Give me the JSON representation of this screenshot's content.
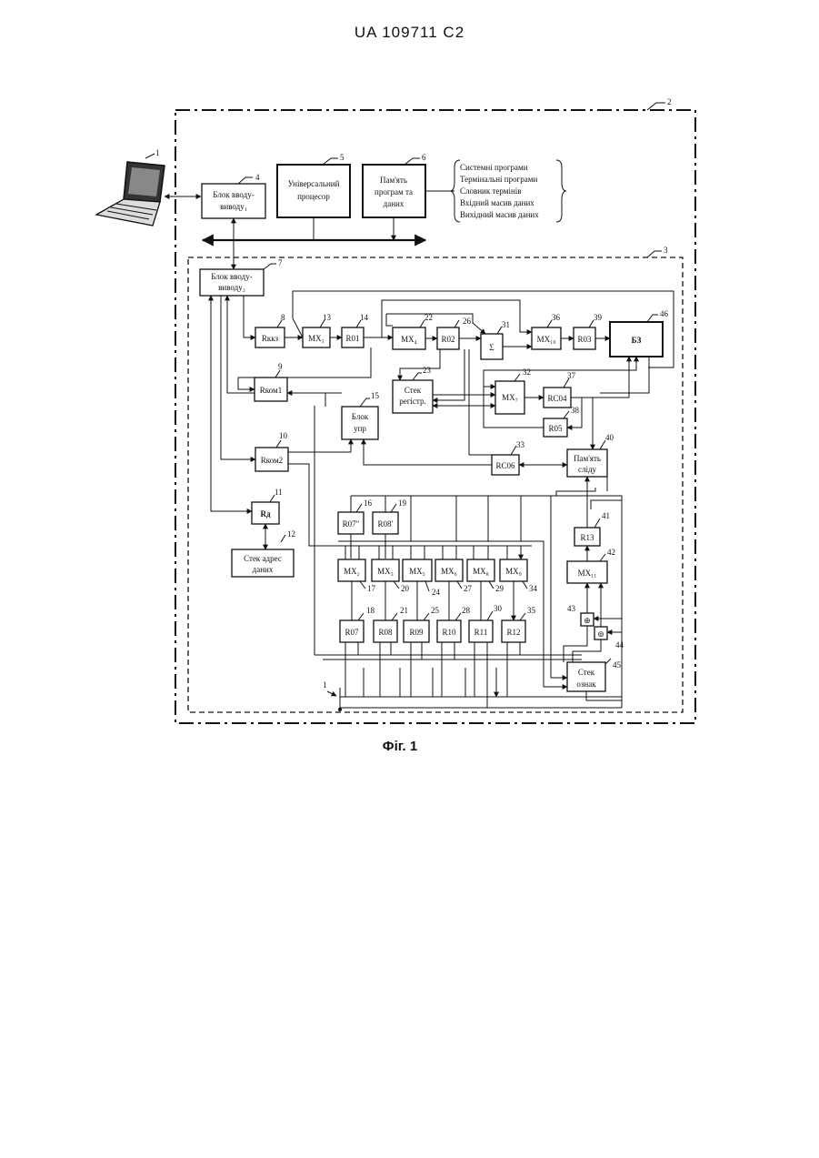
{
  "header": "UA   109711   C2",
  "caption": "Фіг. 1",
  "outer_labels": {
    "system": "2",
    "subsystem": "3",
    "computer": "1"
  },
  "blocks": {
    "io1": {
      "num": "4",
      "l1": "Блок вводу-",
      "l2": "виводу₁"
    },
    "cpu": {
      "num": "5",
      "l1": "Універсальний",
      "l2": "процесор"
    },
    "mem": {
      "num": "6",
      "l1": "Пам'ять",
      "l2": "програм та",
      "l3": "даних"
    },
    "io2": {
      "num": "7",
      "l1": "Блок вводу-",
      "l2": "виводу₂"
    },
    "rkka": {
      "num": "8",
      "label": "Rккз"
    },
    "rkom1": {
      "num": "9",
      "label": "Rком1"
    },
    "rkom2": {
      "num": "10",
      "label": "Rком2"
    },
    "rd": {
      "num": "11",
      "label": "Rд"
    },
    "stack_addr": {
      "num": "12",
      "l1": "Стек адрес",
      "l2": "даних"
    },
    "mx1": {
      "num": "13",
      "label": "MX₁"
    },
    "r01": {
      "num": "14",
      "label": "R01"
    },
    "ctrl": {
      "num": "15",
      "l1": "Блок",
      "l2": "упр"
    },
    "r07": {
      "num": "16",
      "label": "R07″"
    },
    "mx2": {
      "num": "17",
      "label": "MX₂"
    },
    "r07b": {
      "num": "18",
      "label": "R07"
    },
    "r08top": {
      "num": "19",
      "label": "R08′"
    },
    "mx3": {
      "num": "20",
      "label": "MX₃"
    },
    "r08": {
      "num": "21",
      "label": "R08"
    },
    "mx4": {
      "num": "22",
      "label": "MX₄"
    },
    "stack_reg": {
      "num": "23",
      "l1": "Стек",
      "l2": "регістр."
    },
    "mx5": {
      "num": "24",
      "label": "MX₅"
    },
    "r09": {
      "num": "25",
      "label": "R09"
    },
    "r02": {
      "num": "26",
      "label": "R02"
    },
    "mx6": {
      "num": "27",
      "label": "MX₆"
    },
    "r10": {
      "num": "28",
      "label": "R10"
    },
    "mx8": {
      "num": "29",
      "label": "MX₈"
    },
    "r11": {
      "num": "30",
      "label": "R11"
    },
    "sum": {
      "num": "31",
      "label": "Σ"
    },
    "mx7": {
      "num": "32",
      "label": "MX₇"
    },
    "rc06": {
      "num": "33",
      "label": "RC06"
    },
    "mx9": {
      "num": "34",
      "label": "MX₉"
    },
    "r12": {
      "num": "35",
      "label": "R12"
    },
    "mx10": {
      "num": "36",
      "label": "MX₁₀"
    },
    "rc04": {
      "num": "37",
      "label": "RC04"
    },
    "r05": {
      "num": "38",
      "label": "R05"
    },
    "r03": {
      "num": "39",
      "label": "R03"
    },
    "mem_trace": {
      "num": "40",
      "l1": "Пам'ять",
      "l2": "сліду"
    },
    "r13": {
      "num": "41",
      "label": "R13"
    },
    "mx11": {
      "num": "42",
      "label": "MX₁₁"
    },
    "xor": {
      "num": "43",
      "label": "⊕"
    },
    "cmp": {
      "num": "44",
      "label": "⊚"
    },
    "stack_sign": {
      "num": "45",
      "l1": "Стек",
      "l2": "ознак"
    },
    "bz": {
      "num": "46",
      "label": "БЗ"
    }
  },
  "memory_contents": [
    "Системні програми",
    "Термінальні програми",
    "Словник термінів",
    "Вхідний масив даних",
    "Вихідний масив даних"
  ]
}
